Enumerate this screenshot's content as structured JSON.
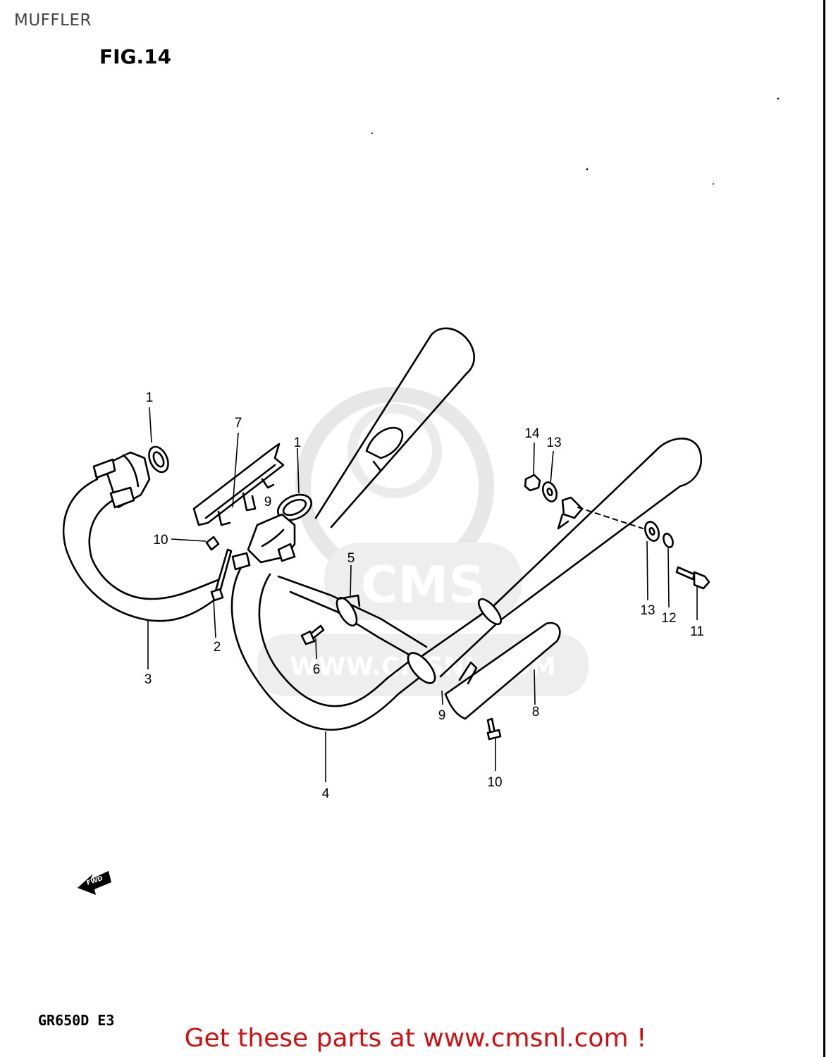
{
  "header": {
    "title": "MUFFLER",
    "figure": "FIG.14"
  },
  "footer": {
    "model": "GR650D E3",
    "link_text": "Get these parts at www.cmsnl.com !"
  },
  "watermark": {
    "logo_text": "CMS",
    "url_text": "WWW.CMSNL.COM"
  },
  "direction_marker": "FWD",
  "callouts": {
    "c1a": "1",
    "c1b": "1",
    "c2": "2",
    "c3": "3",
    "c4": "4",
    "c5": "5",
    "c6": "6",
    "c7": "7",
    "c8": "8",
    "c9a": "9",
    "c9b": "9",
    "c10a": "10",
    "c10b": "10",
    "c11": "11",
    "c12": "12",
    "c13a": "13",
    "c13b": "13",
    "c14": "14"
  }
}
